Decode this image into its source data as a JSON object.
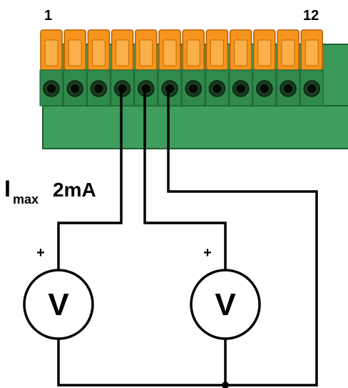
{
  "terminal_block": {
    "first_pin_label": "1",
    "last_pin_label": "12",
    "pin_count": 12,
    "body_color": "#3b9a5a",
    "lever_color": "#f7941d",
    "hole_color": "#1a3d1f"
  },
  "current_limit": {
    "symbol": "I",
    "subscript": "max",
    "value": "2mA"
  },
  "voltmeters": [
    {
      "symbol": "V",
      "polarity": "+"
    },
    {
      "symbol": "V",
      "polarity": "+"
    }
  ]
}
